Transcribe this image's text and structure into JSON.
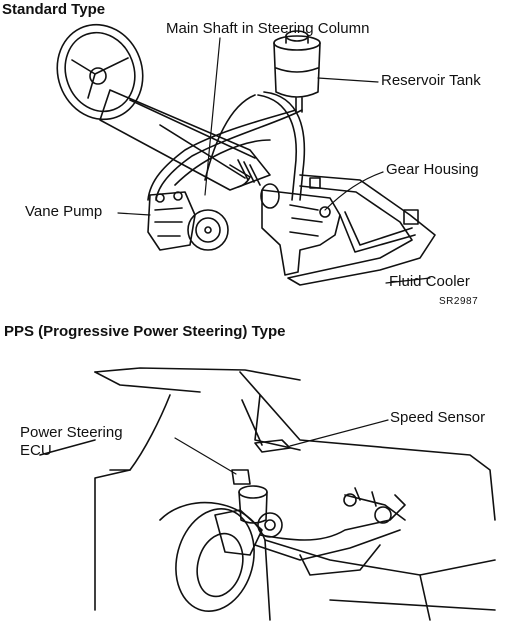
{
  "sections": {
    "standard_title": "Standard Type",
    "pps_title": "PPS (Progressive Power Steering) Type"
  },
  "labels": {
    "main_shaft": "Main Shaft in Steering Column",
    "reservoir_tank": "Reservoir Tank",
    "gear_housing": "Gear Housing",
    "vane_pump": "Vane Pump",
    "fluid_cooler": "Fluid Cooler",
    "speed_sensor": "Speed Sensor",
    "ps_ecu_line1": "Power Steering",
    "ps_ecu_line2": "ECU"
  },
  "figure_codes": {
    "top": "SR2987"
  }
}
